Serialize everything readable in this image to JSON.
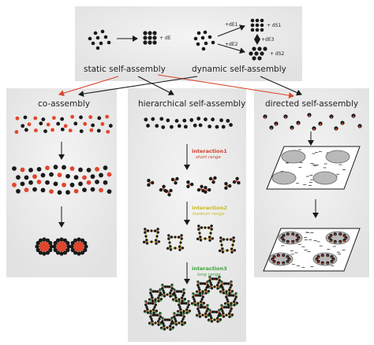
{
  "labels": {
    "static": "static self-assembly",
    "dynamic": "dynamic self-assembly",
    "co": "co-assembly",
    "hier": "hierarchical self-assembly",
    "directed": "directed self-assembly"
  },
  "energy": {
    "dE": "+ dE",
    "dE1": "+dE1",
    "dE2": "+dE2",
    "dE3": "+dE3",
    "dS1": "+ dS1",
    "dS2": "+ dS2"
  },
  "interactions": [
    {
      "title": "interaction1",
      "range": "short range",
      "color": "#d0402a"
    },
    {
      "title": "interaction2",
      "range": "medium range",
      "color": "#c9b820"
    },
    {
      "title": "interaction3",
      "range": "long range",
      "color": "#3aa33a"
    }
  ],
  "colors": {
    "black": "#1a1a1a",
    "red": "#e0462c",
    "yellow": "#d9c42a",
    "green": "#3aa33a",
    "panel": "#ececec",
    "arrow_red": "#d9482c"
  }
}
